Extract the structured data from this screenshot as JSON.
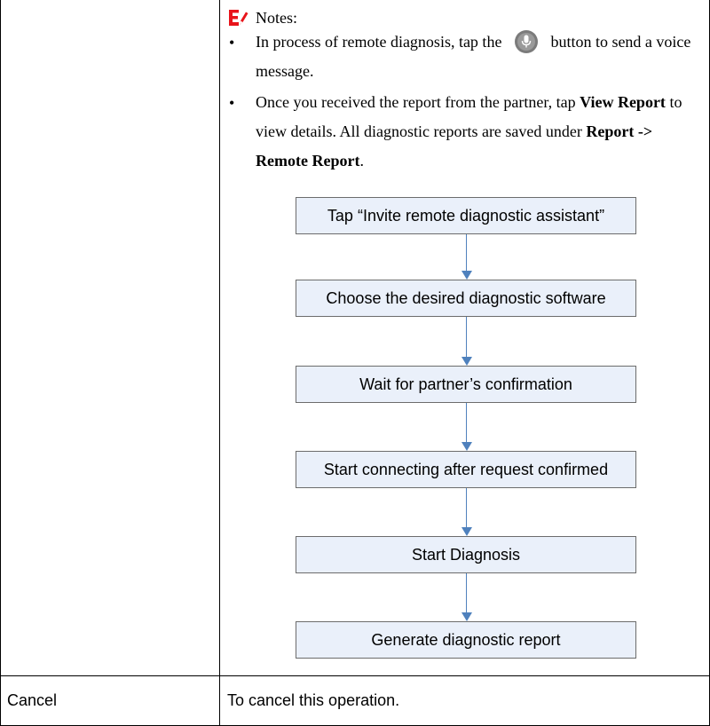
{
  "notes": {
    "title": "Notes:",
    "bullet_symbol": "•",
    "bullet1": {
      "before": "In process of remote diagnosis, tap the",
      "icon": "microphone-icon",
      "after": "button to send a voice message."
    },
    "bullet2": {
      "part1": "Once you received the report from the partner, tap ",
      "bold1": "View Report",
      "part2": " to view details. All diagnostic reports are saved under ",
      "bold2": "Report -> Remote Report",
      "part3": "."
    }
  },
  "flowchart": {
    "steps": [
      "Tap “Invite remote diagnostic assistant”",
      "Choose the desired diagnostic software",
      "Wait for partner’s confirmation",
      "Start connecting after request confirmed",
      "Start Diagnosis",
      "Generate diagnostic report"
    ]
  },
  "table": {
    "row2": {
      "label": "Cancel",
      "description": "To cancel this operation."
    }
  },
  "colors": {
    "box_fill": "#eaf0fa",
    "arrow": "#4f81bd",
    "notes_icon": "#e8141b"
  }
}
